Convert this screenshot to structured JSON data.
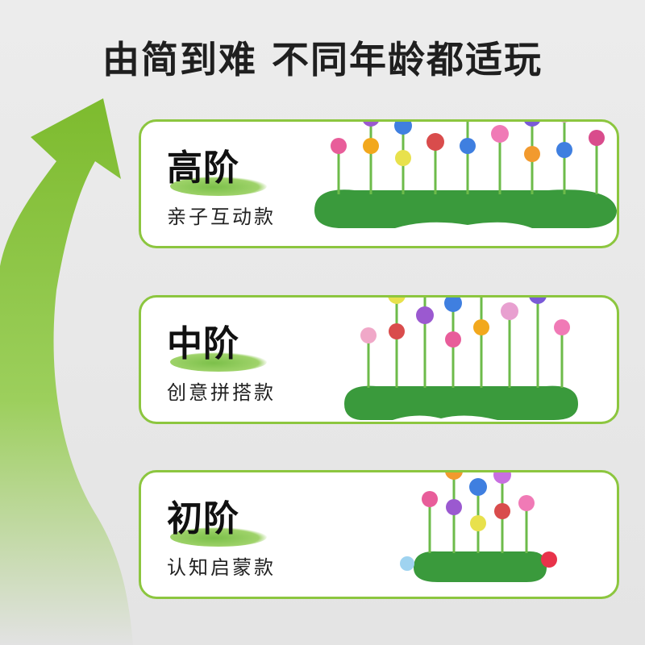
{
  "headline": "由简到难 不同年龄都适玩",
  "colors": {
    "accent_green": "#8cc63f",
    "arrow_green": "#7dbb2e",
    "text": "#1f1f1f"
  },
  "levels": [
    {
      "title": "高阶",
      "subtitle": "亲子互动款",
      "image": "flower-garden-large"
    },
    {
      "title": "中阶",
      "subtitle": "创意拼搭款",
      "image": "flower-garden-medium"
    },
    {
      "title": "初阶",
      "subtitle": "认知启蒙款",
      "image": "flower-garden-small"
    }
  ]
}
